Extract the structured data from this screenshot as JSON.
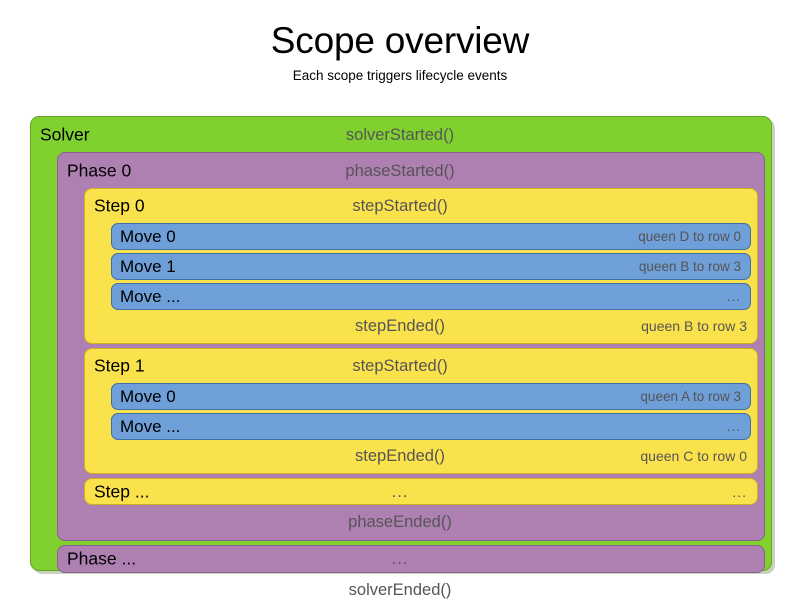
{
  "heading": {
    "title": "Scope overview",
    "subtitle": "Each scope triggers lifecycle events"
  },
  "colors": {
    "solver": "#80d130",
    "phase": "#ae80b2",
    "step": "#fae24c",
    "move": "#6f9fd8",
    "event_text": "#555555",
    "label_text": "#000000",
    "background": "#ffffff"
  },
  "solver": {
    "label": "Solver",
    "started_event": "solverStarted()",
    "ended_event": "solverEnded()",
    "phases": [
      {
        "label": "Phase 0",
        "started_event": "phaseStarted()",
        "ended_event": "phaseEnded()",
        "steps": [
          {
            "label": "Step 0",
            "started_event": "stepStarted()",
            "ended_event": "stepEnded()",
            "ended_detail": "queen B to row 3",
            "moves": [
              {
                "label": "Move 0",
                "detail": "queen D to row 0"
              },
              {
                "label": "Move 1",
                "detail": "queen B to row 3"
              },
              {
                "label": "Move ...",
                "detail": "..."
              }
            ]
          },
          {
            "label": "Step 1",
            "started_event": "stepStarted()",
            "ended_event": "stepEnded()",
            "ended_detail": "queen C to row 0",
            "moves": [
              {
                "label": "Move 0",
                "detail": "queen A to row 3"
              },
              {
                "label": "Move ...",
                "detail": "..."
              }
            ]
          },
          {
            "label": "Step ...",
            "started_event": "...",
            "ended_event": "",
            "ended_detail": "...",
            "moves": []
          }
        ]
      },
      {
        "label": "Phase ...",
        "started_event": "...",
        "ended_event": "",
        "ended_detail": "",
        "steps": []
      }
    ]
  }
}
